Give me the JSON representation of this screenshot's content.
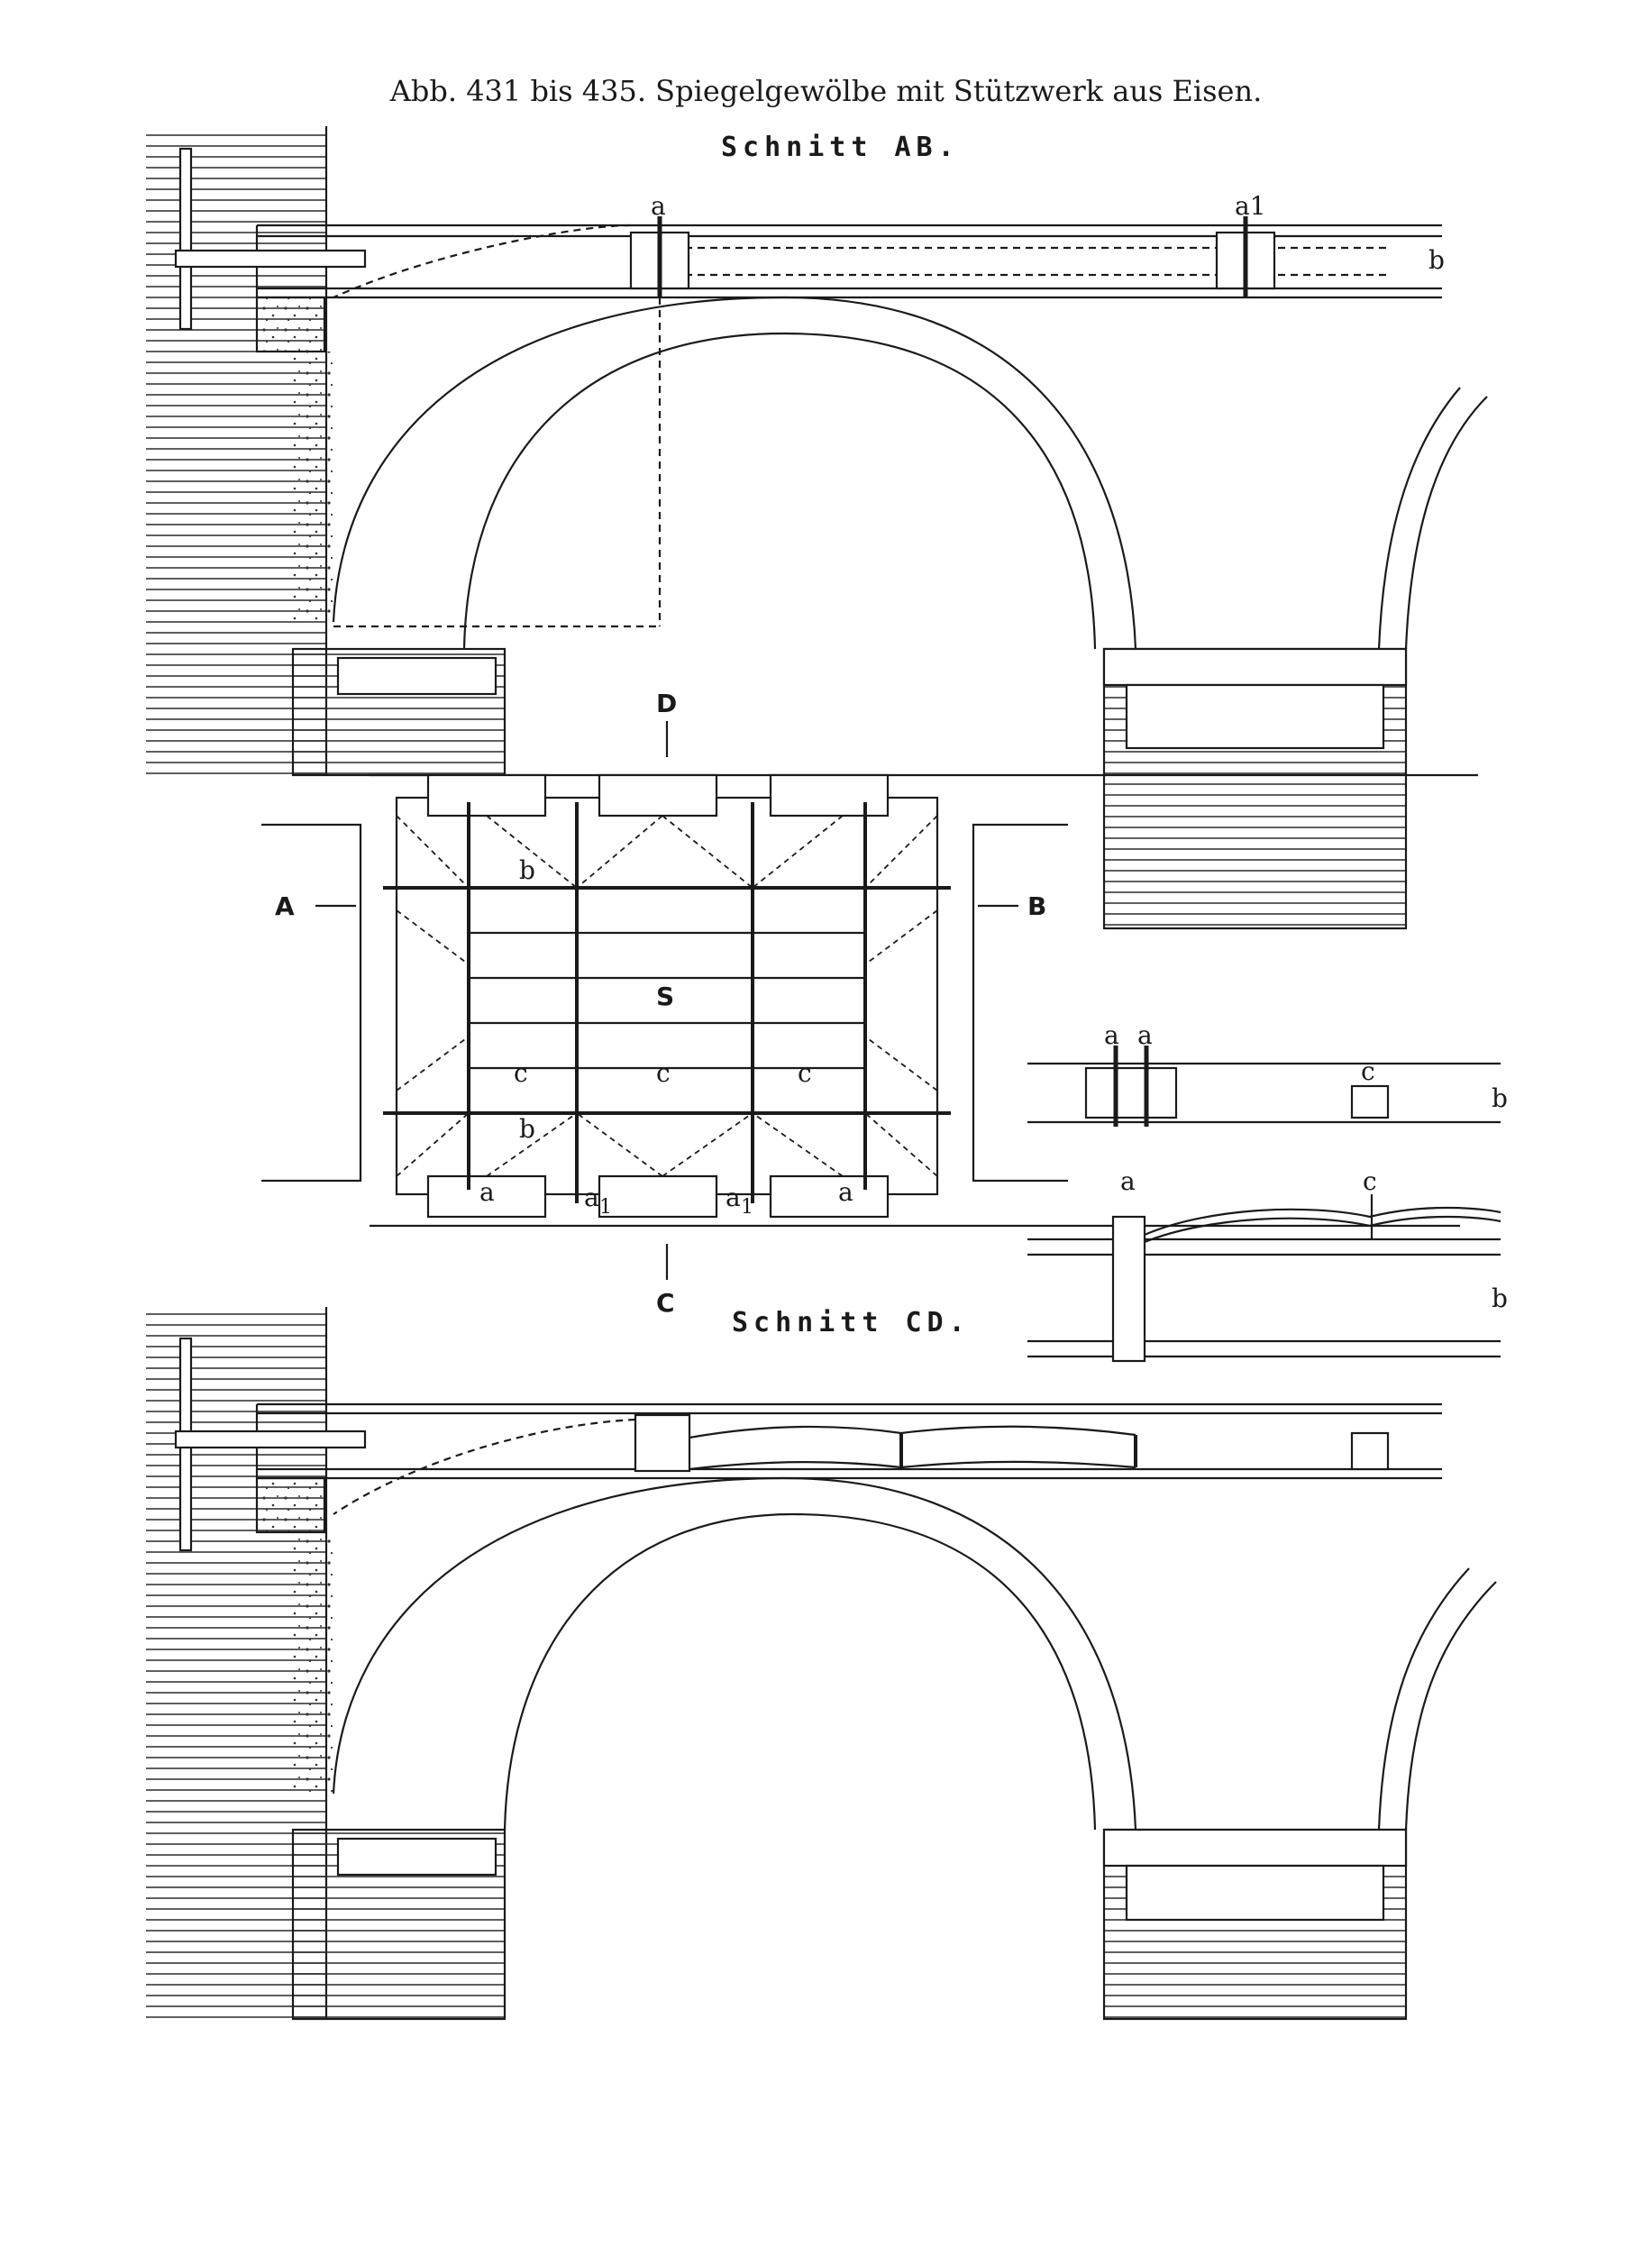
{
  "caption": "Abb. 431 bis 435. Spiegelgewölbe mit Stützwerk aus Eisen.",
  "sections": {
    "ab_title": "Schnitt AB.",
    "cd_title": "Schnitt CD."
  },
  "labels": {
    "a": "a",
    "a1": "a1",
    "a_sub": "a",
    "sub1": "1",
    "b": "b",
    "c": "c",
    "s": "S",
    "A": "A",
    "B": "B",
    "C": "C",
    "D": "D"
  }
}
